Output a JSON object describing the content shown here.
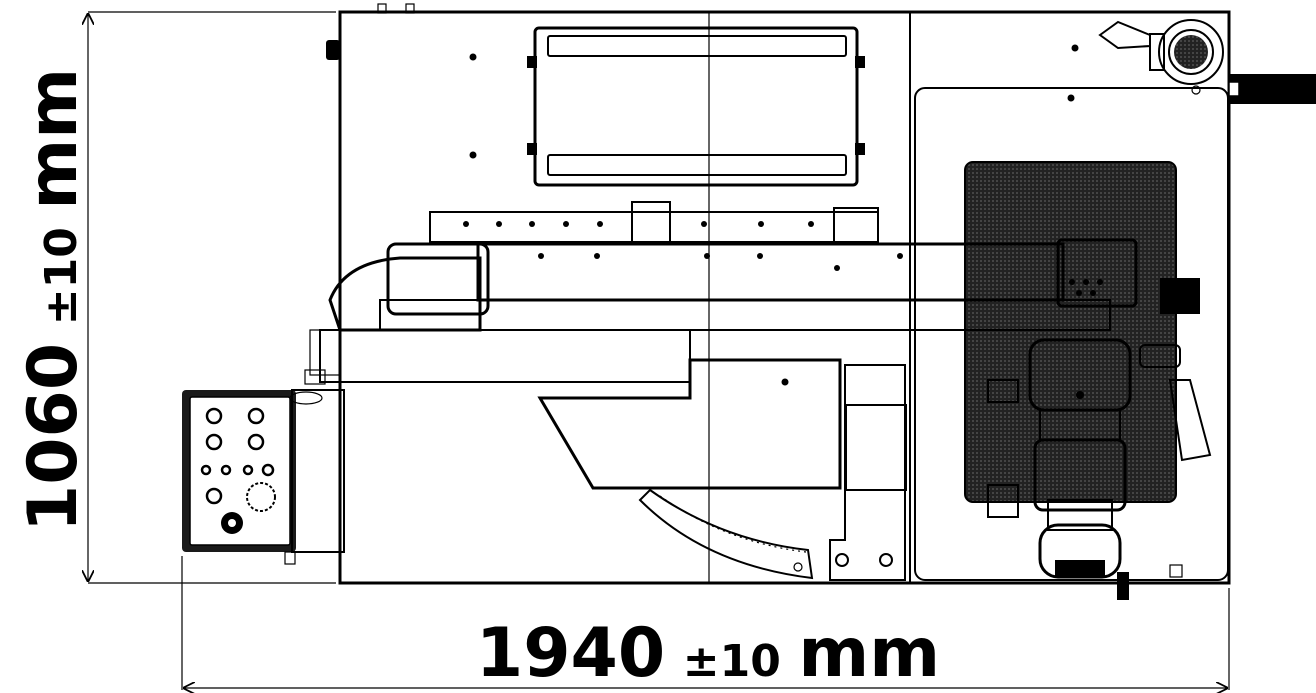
{
  "dimensions": {
    "height": {
      "value": "1060",
      "tolerance": "±10",
      "unit": "mm"
    },
    "width": {
      "value": "1940",
      "tolerance": "±10",
      "unit": "mm"
    }
  },
  "colors": {
    "line": "#000000",
    "background": "#ffffff",
    "grille": "#1a1a1a"
  },
  "icons": [
    "control-panel",
    "dust-extraction-port",
    "motor",
    "angle-scale",
    "sliding-table",
    "fence-rail"
  ]
}
